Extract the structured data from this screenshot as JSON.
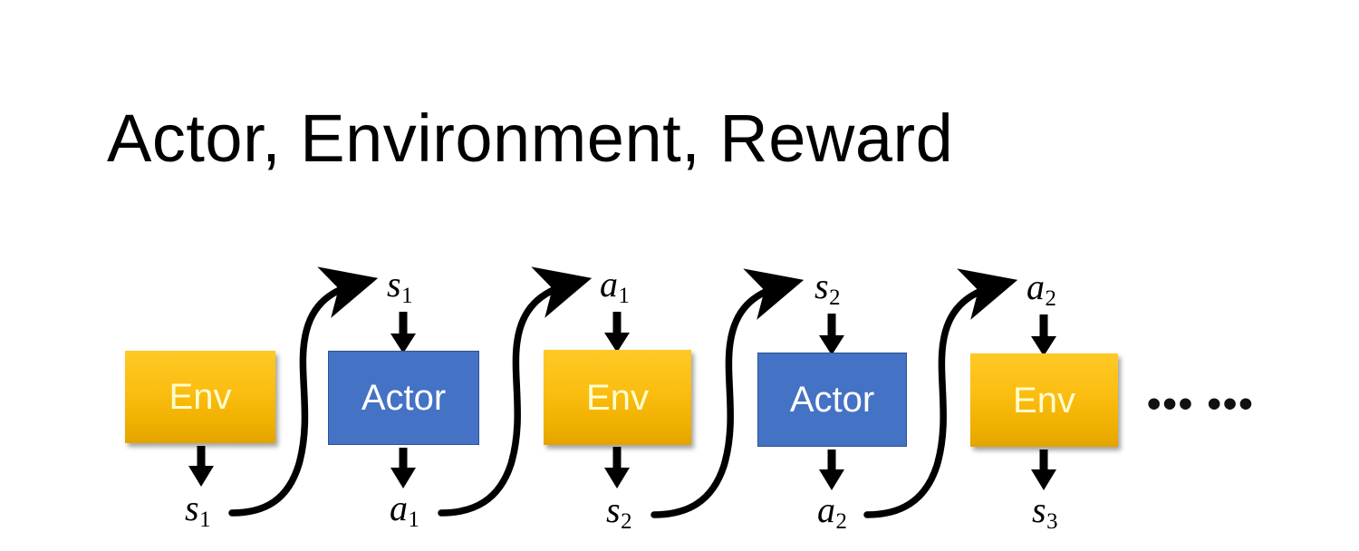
{
  "slide": {
    "title": "Actor, Environment, Reward",
    "background_color": "#FFFFFF",
    "title_color": "#000000"
  },
  "palette": {
    "env_fill_top": "#FFC926",
    "env_fill_bottom": "#E3A400",
    "env_text": "#FFFCCF",
    "actor_fill": "#4472C4",
    "actor_border": "#2F528F",
    "actor_text": "#FFFFFF",
    "arrow_color": "#000000"
  },
  "nodes": [
    {
      "id": "env-1",
      "label": "Env",
      "type": "env"
    },
    {
      "id": "actor-1",
      "label": "Actor",
      "type": "actor"
    },
    {
      "id": "env-2",
      "label": "Env",
      "type": "env"
    },
    {
      "id": "actor-2",
      "label": "Actor",
      "type": "actor"
    },
    {
      "id": "env-3",
      "label": "Env",
      "type": "env"
    }
  ],
  "top_labels": [
    {
      "base": "s",
      "sub": "1"
    },
    {
      "base": "a",
      "sub": "1"
    },
    {
      "base": "s",
      "sub": "2"
    },
    {
      "base": "a",
      "sub": "2"
    }
  ],
  "bottom_labels": [
    {
      "base": "s",
      "sub": "1"
    },
    {
      "base": "a",
      "sub": "1"
    },
    {
      "base": "s",
      "sub": "2"
    },
    {
      "base": "a",
      "sub": "2"
    },
    {
      "base": "s",
      "sub": "3"
    }
  ],
  "continuation": "••• •••"
}
